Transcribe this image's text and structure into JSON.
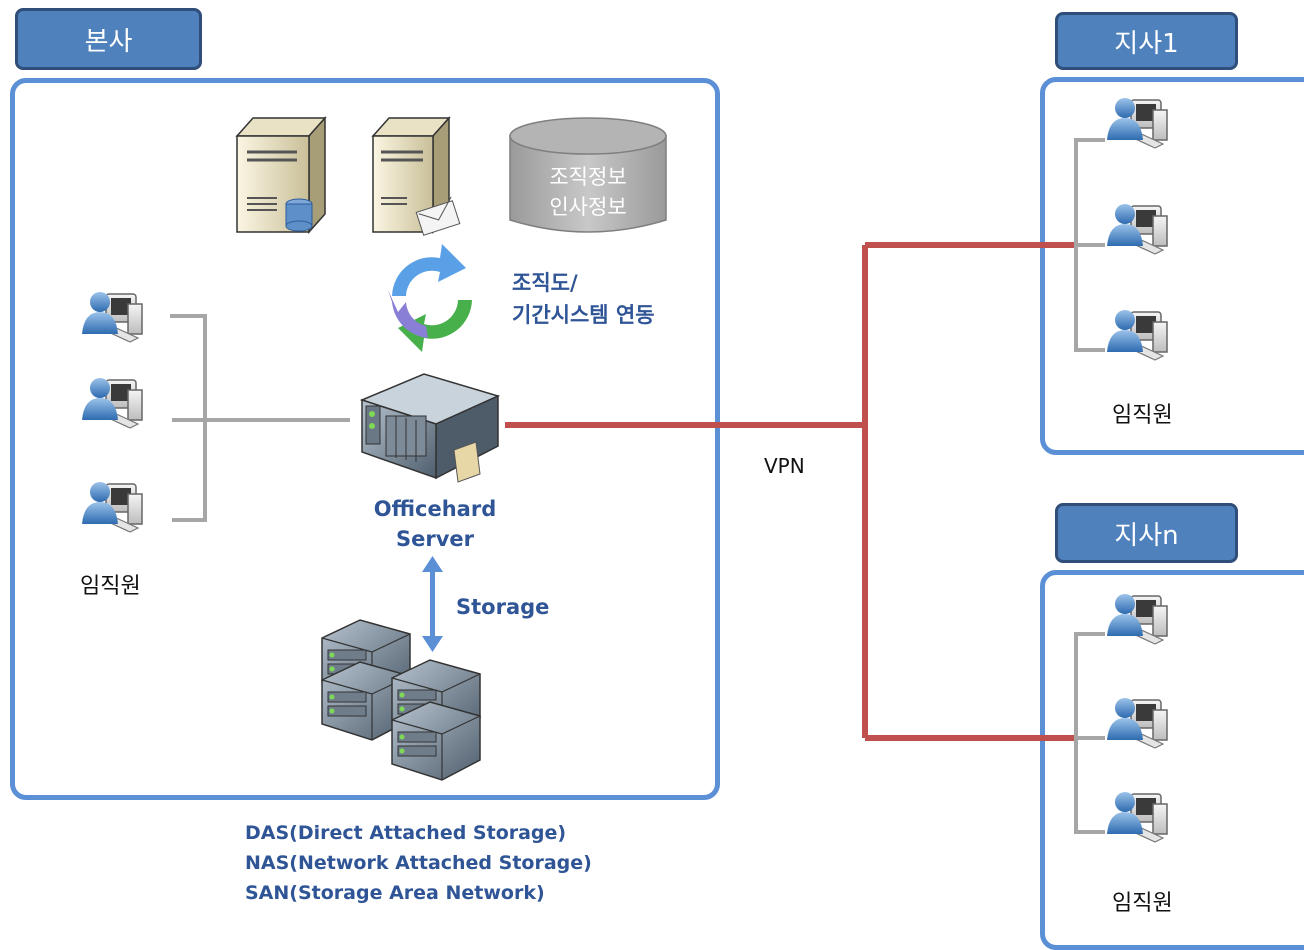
{
  "hq": {
    "tab": "본사",
    "employees": "임직원"
  },
  "db": {
    "line1": "조직정보",
    "line2": "인사정보"
  },
  "sync": {
    "line1": "조직도/",
    "line2": "기간시스템 연동"
  },
  "server": {
    "line1": "Officehard",
    "line2": "Server"
  },
  "storage_label": "Storage",
  "storage_types": [
    "DAS(Direct Attached Storage)",
    "NAS(Network Attached Storage)",
    "SAN(Storage Area Network)"
  ],
  "vpn": "VPN",
  "branch1": {
    "tab": "지사1",
    "employees": "임직원"
  },
  "branchn": {
    "tab": "지사n",
    "employees": "임직원"
  },
  "colors": {
    "accent": "#4f81bd",
    "panel_border": "#5b8fd6",
    "vpn_line": "#c0504d",
    "lan_line": "#a6a6a6",
    "text_blue": "#2f5597"
  },
  "icons": [
    "user-pc-icon",
    "db-server-icon",
    "mail-server-icon",
    "database-icon",
    "sync-icon",
    "rack-server-icon",
    "storage-array-icon"
  ]
}
